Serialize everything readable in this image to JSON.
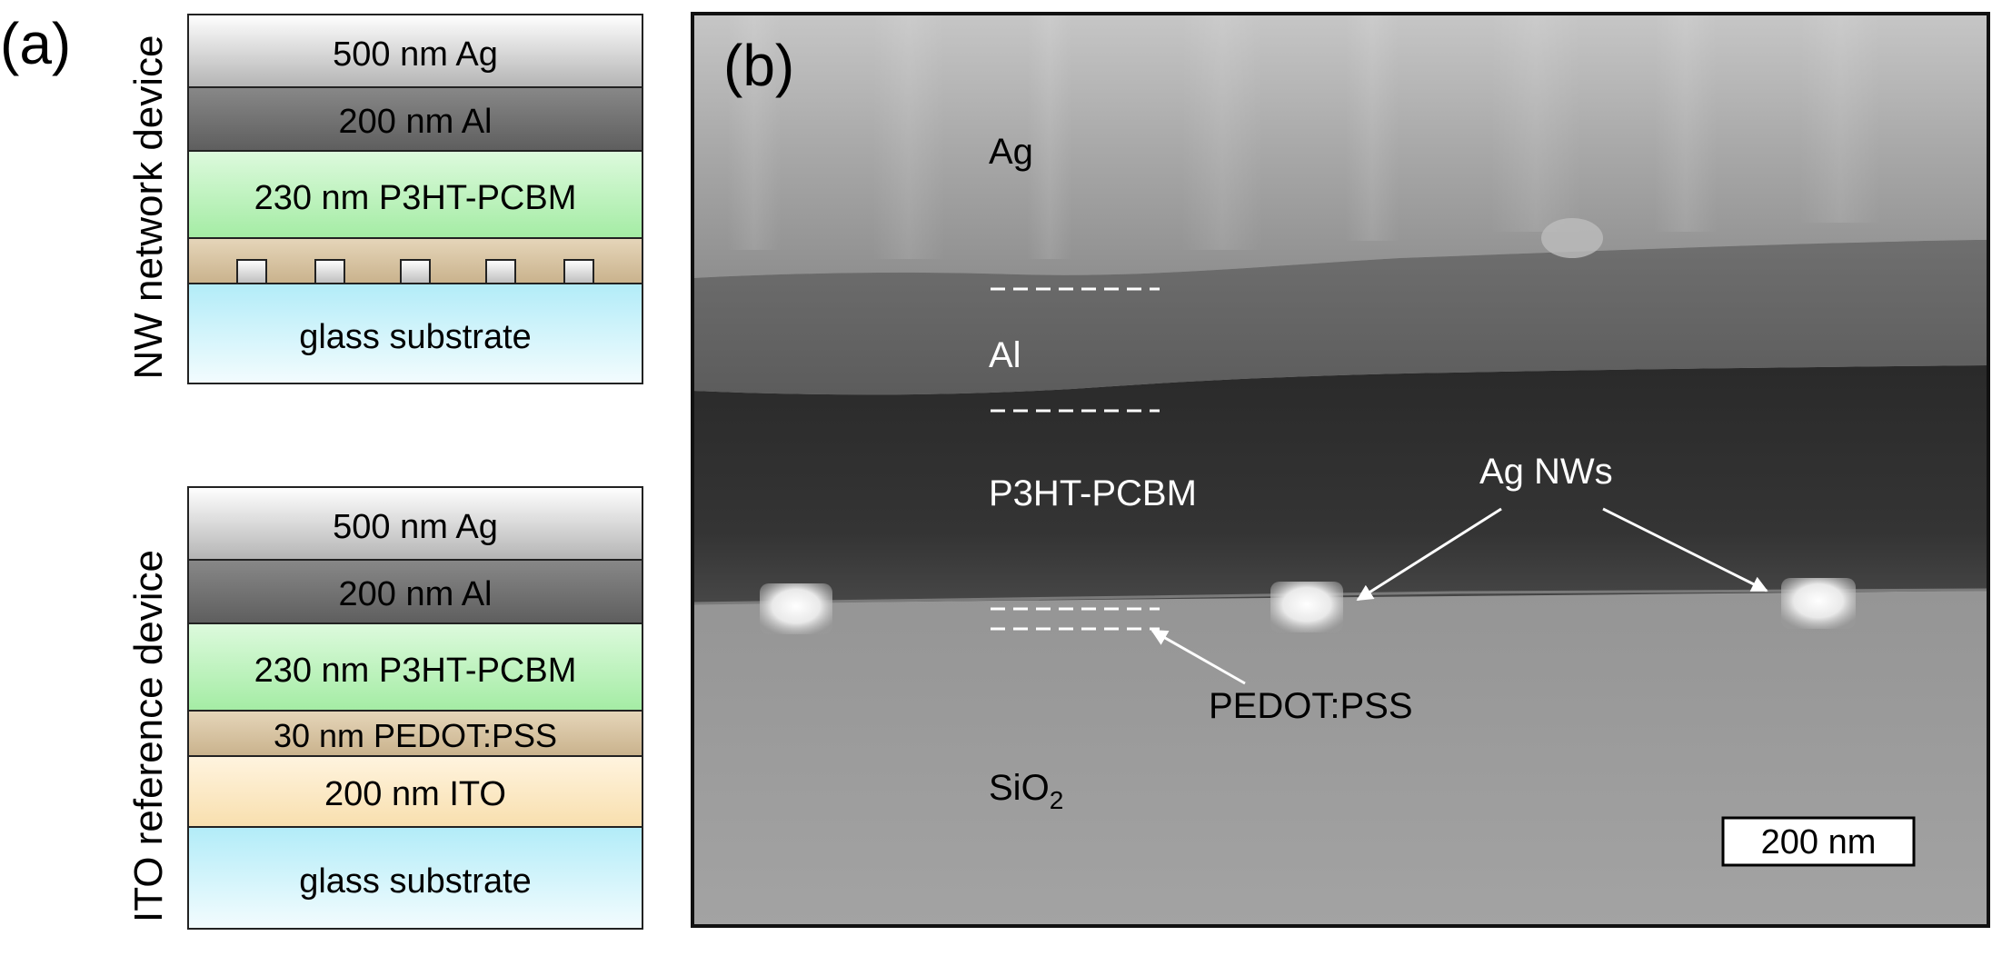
{
  "panel_a": {
    "label": "(a)",
    "nw_device": {
      "title": "NW network device",
      "layers": {
        "ag": "500 nm Ag",
        "al": "200 nm Al",
        "active": "230 nm P3HT-PCBM",
        "substrate": "glass substrate"
      }
    },
    "ito_device": {
      "title": "ITO reference device",
      "layers": {
        "ag": "500 nm Ag",
        "al": "200 nm Al",
        "active": "230 nm P3HT-PCBM",
        "pedot": "30 nm PEDOT:PSS",
        "ito": "200 nm ITO",
        "substrate": "glass substrate"
      }
    }
  },
  "panel_b": {
    "label": "(b)",
    "layer_labels": {
      "ag": "Ag",
      "al": "Al",
      "active": "P3HT-PCBM",
      "pedot": "PEDOT:PSS",
      "sio2_main": "SiO",
      "sio2_sub": "2"
    },
    "nw_label": "Ag NWs",
    "scale_bar": "200 nm"
  },
  "colors": {
    "ag_layer": "#c8c8c8",
    "al_layer": "#6e6e6e",
    "active_layer": "#b8f0b8",
    "pedot_layer": "#d8c4a4",
    "ito_layer": "#fce8c4",
    "glass_layer": "#cdf3fb",
    "annotation": "#ffffff"
  }
}
